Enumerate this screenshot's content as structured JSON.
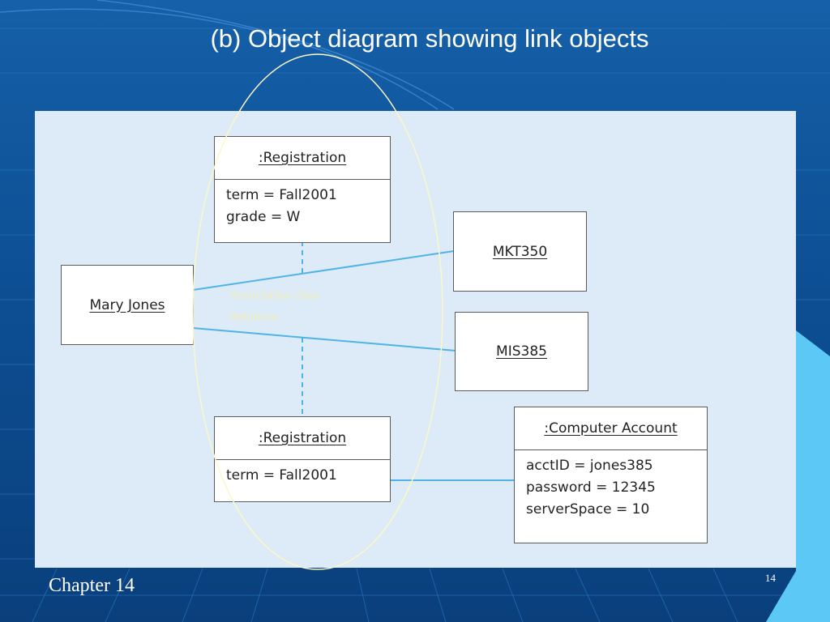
{
  "slide": {
    "title": "(b) Object diagram showing link objects",
    "footer": "Chapter 14",
    "page_number": "14"
  },
  "diagram": {
    "mary": {
      "name": "Mary Jones"
    },
    "registration1": {
      "header": ":Registration",
      "attributes": [
        "term = Fall2001",
        "grade = W"
      ]
    },
    "registration2": {
      "header": ":Registration",
      "attributes": [
        "term = Fall2001"
      ]
    },
    "mkt": {
      "name": "MKT350"
    },
    "mis": {
      "name": "MIS385"
    },
    "account": {
      "header": ":Computer Account",
      "attributes": [
        "acctID = jones385",
        "password = 12345",
        "serverSpace = 10"
      ]
    },
    "callout": {
      "lines": [
        "Association class",
        "instances"
      ]
    }
  },
  "colors": {
    "background": "#0d4f94",
    "panel": "#dcebf7",
    "link": "#4fb3e8",
    "ellipse": "#fbf8c8",
    "accent": "#5bc8f5"
  }
}
